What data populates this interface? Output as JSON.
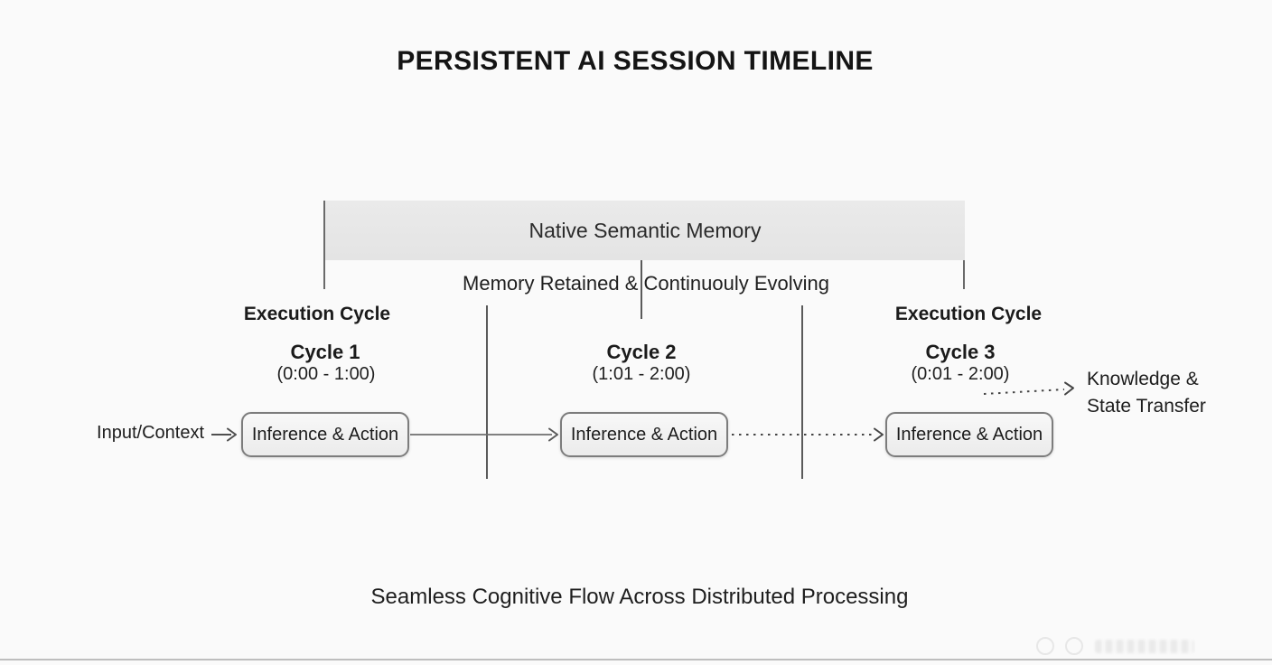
{
  "title": "PERSISTENT AI SESSION TIMELINE",
  "memory": {
    "bar_label": "Native Semantic Memory",
    "note": "Memory Retained & Continuouly Evolving"
  },
  "input_label": "Input/Context",
  "cycles": [
    {
      "header": "Execution Cycle",
      "name": "Cycle 1",
      "range": "(0:00 - 1:00)",
      "box_label": "Inference & Action"
    },
    {
      "header": "",
      "name": "Cycle 2",
      "range": "(1:01 - 2:00)",
      "box_label": "Inference & Action"
    },
    {
      "header": "Execution Cycle",
      "name": "Cycle 3",
      "range": "(0:01 - 2:00)",
      "box_label": "Inference & Action"
    }
  ],
  "transfer": {
    "line1": "Knowledge &",
    "line2": "State Transfer"
  },
  "caption": "Seamless Cognitive Flow Across Distributed Processing",
  "colors": {
    "background": "#fafafa",
    "memory_bar_fill": "#e7e7e7",
    "box_fill": "#f1f1f1",
    "box_border": "#7c7c7c",
    "line": "#5a5a5a",
    "text": "#1b1b1b"
  }
}
